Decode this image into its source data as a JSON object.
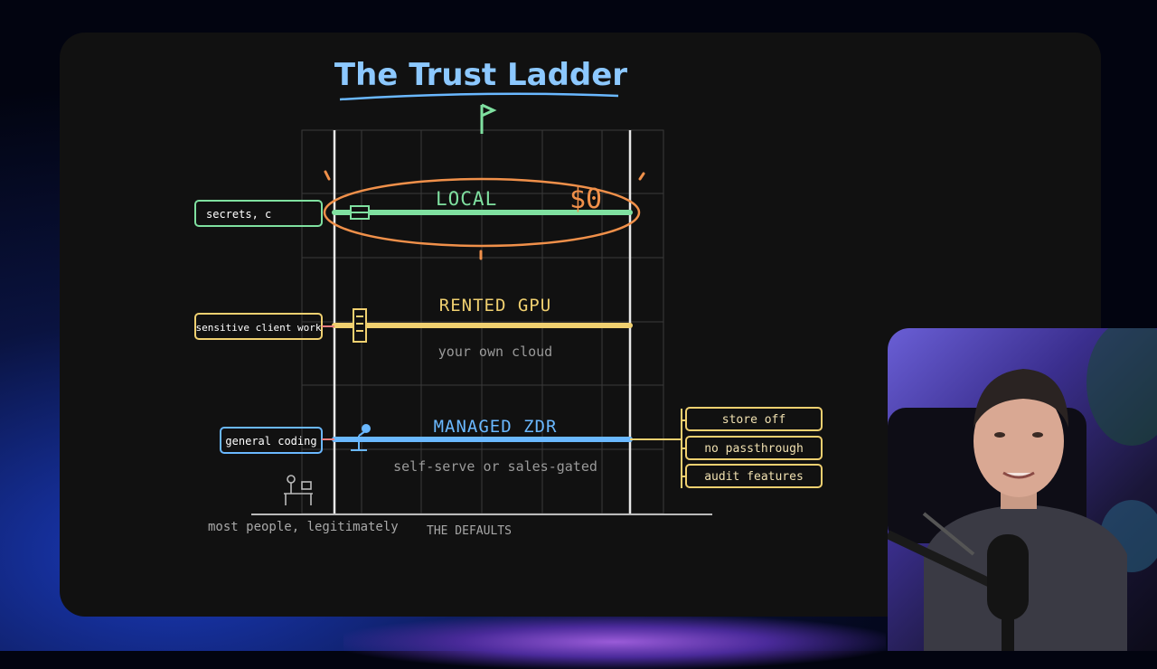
{
  "title": "The Trust Ladder",
  "tiers": [
    {
      "name": "LOCAL",
      "cost": "$0",
      "sub": "",
      "tag": "secrets, c",
      "color": "#7fe0a0"
    },
    {
      "name": "RENTED GPU",
      "cost": "",
      "sub": "your own cloud",
      "tag": "sensitive client work",
      "color": "#f0d070"
    },
    {
      "name": "MANAGED ZDR",
      "cost": "",
      "sub": "self-serve or sales-gated",
      "tag": "general coding",
      "color": "#6ab8ff"
    }
  ],
  "zdr_features": [
    "store off",
    "no passthrough",
    "audit features"
  ],
  "footer": {
    "people_label": "most people, legitimately",
    "defaults_label": "THE DEFAULTS"
  },
  "colors": {
    "green": "#7fe0a0",
    "yellow": "#f0d070",
    "blue": "#6ab8ff",
    "orange": "#f0904a",
    "title": "#8cc8ff"
  }
}
